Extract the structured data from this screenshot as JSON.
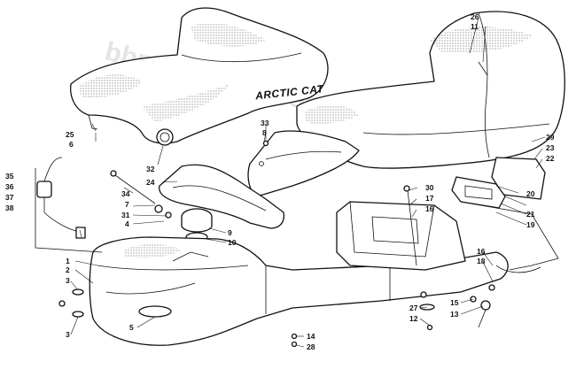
{
  "watermark": "bbparts fiche.com",
  "brand_text": "ARCTIC CAT",
  "callouts": {
    "c1": "1",
    "c2": "2",
    "c3a": "3",
    "c3b": "3",
    "c4": "4",
    "c5": "5",
    "c6": "6",
    "c7": "7",
    "c8": "8",
    "c9": "9",
    "c10": "10",
    "c11": "11",
    "c12": "12",
    "c13": "13",
    "c14": "14",
    "c15": "15",
    "c16a": "16",
    "c16b": "16",
    "c17": "17",
    "c18": "18",
    "c19": "19",
    "c20": "20",
    "c21": "21",
    "c22": "22",
    "c23": "23",
    "c24": "24",
    "c25": "25",
    "c26": "26",
    "c27": "27",
    "c28": "28",
    "c29": "29",
    "c30": "30",
    "c31": "31",
    "c32": "32",
    "c33": "33",
    "c34": "34",
    "c35": "35",
    "c36": "36",
    "c37": "37",
    "c38": "38"
  }
}
